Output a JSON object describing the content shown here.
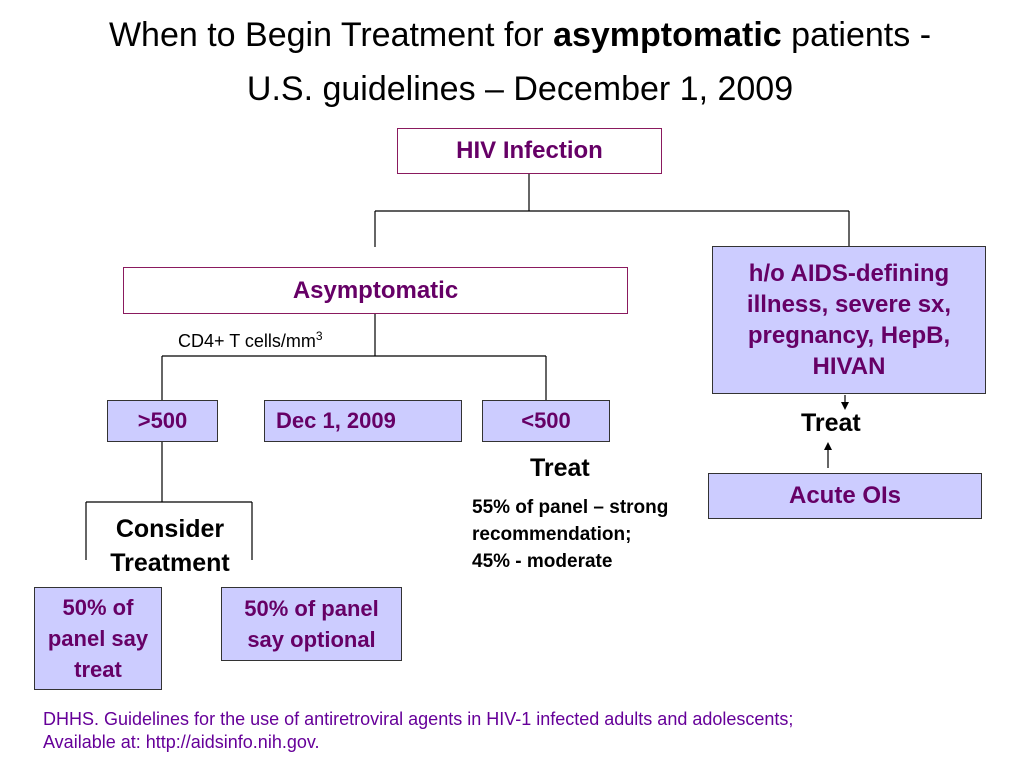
{
  "title": {
    "line1_pre": "When to Begin Treatment for ",
    "line1_bold": "asymptomatic",
    "line1_post": " patients -",
    "line2": "U.S. guidelines – December 1, 2009"
  },
  "nodes": {
    "hiv_infection": "HIV Infection",
    "asymptomatic": "Asymptomatic",
    "cd4_label": "CD4+ T cells/mm",
    "cd4_superscript": "3",
    "gt500": ">500",
    "dec_2009": "Dec 1, 2009",
    "lt500": "<500",
    "aids_defining": "h/o AIDS-defining illness, severe sx, pregnancy, HepB, HIVAN",
    "treat_right": "Treat",
    "acute_ois": "Acute OIs",
    "treat_mid": "Treat",
    "panel_note": "55% of panel – strong recommendation; 45% - moderate",
    "consider_line1": "Consider",
    "consider_line2": "Treatment",
    "panel_treat": "50% of panel say treat",
    "panel_optional": "50% of panel say optional"
  },
  "footer": {
    "line1": "DHHS. Guidelines for the use of antiretroviral agents in HIV-1 infected adults and adolescents;",
    "line2": "Available at: http://aidsinfo.nih.gov."
  },
  "colors": {
    "title_text": "#000000",
    "node_text": "#660066",
    "outline_border": "#8a1a5e",
    "filled_box": "#ccccff",
    "footer_text": "#660099"
  }
}
